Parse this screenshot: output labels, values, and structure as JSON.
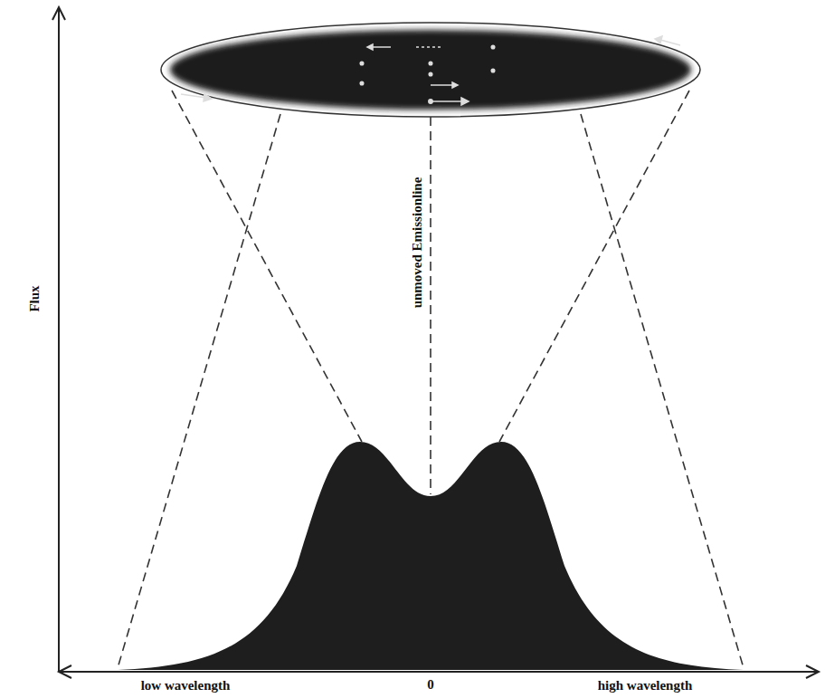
{
  "diagram": {
    "labels": [
      "Flux",
      "unmoved Emissionline",
      "low wavelength",
      "0",
      "high wavelength"
    ]
  }
}
